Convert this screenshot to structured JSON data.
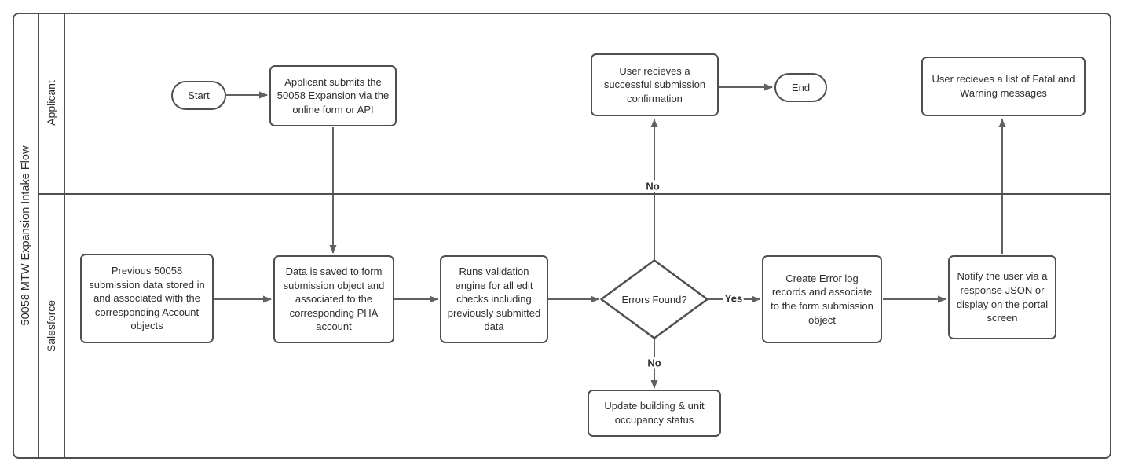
{
  "diagram": {
    "pool_title": "50058 MTW Expansion Intake Flow",
    "lanes": [
      {
        "label": "Applicant"
      },
      {
        "label": "Salesforce"
      }
    ],
    "colors": {
      "shape_border": "#4f4f4f",
      "connector": "#616161",
      "text": "#2e2e2e",
      "background": "#ffffff"
    }
  },
  "nodes": {
    "start": {
      "label": "Start",
      "type": "terminator"
    },
    "applicant_submits": {
      "label": "Applicant submits the 50058 Expansion via the online form or API",
      "type": "process"
    },
    "success_confirmation": {
      "label": "User recieves a successful submission confirmation",
      "type": "process"
    },
    "end": {
      "label": "End",
      "type": "terminator"
    },
    "fatal_warning": {
      "label": "User recieves a list of Fatal and Warning messages",
      "type": "process"
    },
    "previous_data": {
      "label": "Previous 50058 submission data stored in and associated with the corresponding Account objects",
      "type": "process"
    },
    "data_saved": {
      "label": "Data is saved to form submission object and associated to the corresponding PHA account",
      "type": "process"
    },
    "errors_found": {
      "label": "Errors Found?",
      "type": "decision"
    },
    "runs_validation": {
      "label": "Runs validation engine for all edit checks including previously submitted data",
      "type": "process"
    },
    "create_error_log": {
      "label": "Create Error log records and associate to the form submission object",
      "type": "process"
    },
    "notify_user": {
      "label": "Notify the user via a response JSON or display on the portal screen",
      "type": "process"
    },
    "update_building": {
      "label": "Update building & unit occupancy status",
      "type": "process"
    }
  },
  "edge_labels": {
    "yes": "Yes",
    "no_to_update": "No",
    "no_to_success": "No"
  }
}
